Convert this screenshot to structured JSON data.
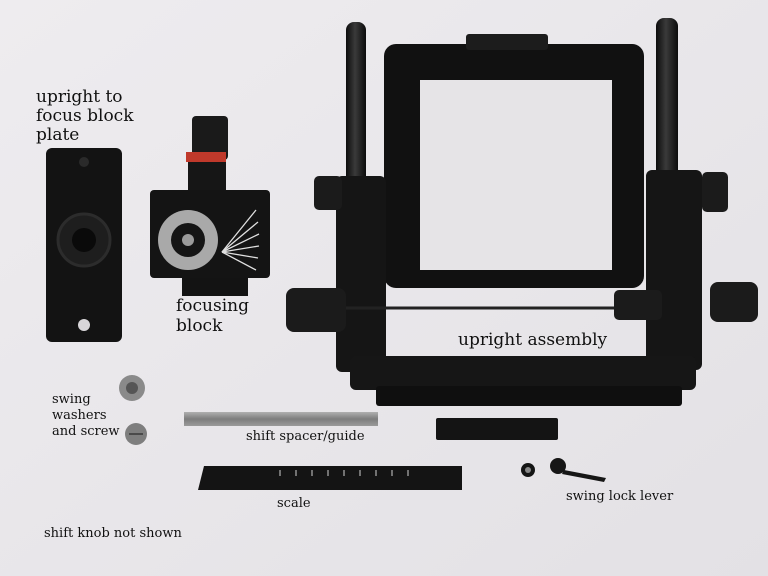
{
  "labels": {
    "upright_to_focus_block_plate": [
      "upright to",
      "focus block",
      "plate"
    ],
    "focusing_block": [
      "focusing",
      "block"
    ],
    "upright_assembly": "upright assembly",
    "swing_washers_and_screw": [
      "swing",
      "washers",
      "and screw"
    ],
    "shift_spacer_guide": "shift spacer/guide",
    "scale": "scale",
    "swing_lock_lever": "swing lock lever",
    "shift_knob_not_shown": "shift knob not shown"
  },
  "colors": {
    "background": "#e9e7ea",
    "part_black": "#141414",
    "metal_grey": "#8a8a8a",
    "text": "#111111"
  }
}
